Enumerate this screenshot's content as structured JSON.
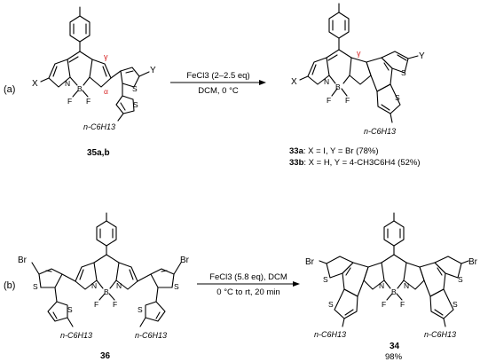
{
  "panel_a": {
    "label": "(a)",
    "reactant": {
      "id": "35a,b",
      "atoms": {
        "x": "X",
        "y": "Y",
        "n": "N",
        "b": "B",
        "f1": "F",
        "f2": "F",
        "s1": "S",
        "s2": "S"
      },
      "greek_gamma": "γ",
      "greek_alpha": "α",
      "substituent": "n-C6H13"
    },
    "conditions": {
      "line1": "FeCl3 (2–2.5 eq)",
      "line2": "DCM, 0 °C"
    },
    "product": {
      "atoms": {
        "x": "X",
        "y": "Y",
        "n": "N",
        "b": "B",
        "f1": "F",
        "f2": "F",
        "s1": "S",
        "s2": "S"
      },
      "greek_gamma": "γ",
      "substituent": "n-C6H13",
      "results": [
        {
          "id": "33a",
          "text": ": X = I, Y = Br (78%)"
        },
        {
          "id": "33b",
          "text": ": X = H, Y = 4-CH3C6H4 (52%)"
        }
      ]
    }
  },
  "panel_b": {
    "label": "(b)",
    "reactant": {
      "id": "36",
      "atoms": {
        "br1": "Br",
        "br2": "Br",
        "n1": "N",
        "n2": "N",
        "b": "B",
        "f1": "F",
        "f2": "F",
        "s1": "S",
        "s2": "S",
        "s3": "S",
        "s4": "S"
      },
      "substituent_left": "n-C6H13",
      "substituent_right": "n-C6H13"
    },
    "conditions": {
      "line1": "FeCl3 (5.8 eq), DCM",
      "line2": "0 °C to rt, 20 min"
    },
    "product": {
      "id": "34",
      "yield": "98%",
      "atoms": {
        "br1": "Br",
        "br2": "Br",
        "n1": "N",
        "n2": "N",
        "b": "B",
        "f1": "F",
        "f2": "F",
        "s1": "S",
        "s2": "S",
        "s3": "S",
        "s4": "S"
      },
      "substituent_left": "n-C6H13",
      "substituent_right": "n-C6H13"
    }
  }
}
